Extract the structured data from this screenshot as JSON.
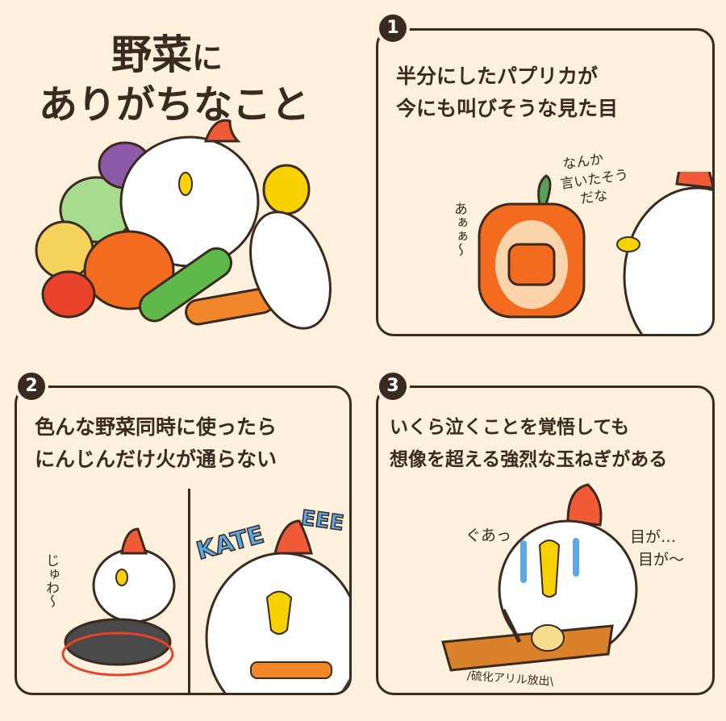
{
  "title": {
    "line1_a": "野菜",
    "line1_b": "に",
    "line2": "ありがちなこと"
  },
  "panels": [
    {
      "number": "1",
      "caption1": "半分にしたパプリカが",
      "caption2": "今にも叫びそうな見た目",
      "voice_pepper": "あぁぁ〜",
      "voice_chicken1": "なんか",
      "voice_chicken2": "言いたそう",
      "voice_chicken3": "だな"
    },
    {
      "number": "2",
      "caption1": "色んな野菜同時に使ったら",
      "caption2": "にんじんだけ火が通らない",
      "sfx_sizzle": "じゅわ〜",
      "sfx_kate": "KATE",
      "sfx_eee": "EEE"
    },
    {
      "number": "3",
      "caption1": "いくら泣くことを覚悟しても",
      "caption2": "想像を超える強烈な玉ねぎがある",
      "voice1": "ぐあっ",
      "voice2": "目が…",
      "voice3": "目が〜",
      "note": "/硫化アリル放出\\"
    }
  ],
  "colors": {
    "background": "#fdf0dc",
    "ink": "#3b2a1f",
    "comb": "#f05a36",
    "beak": "#f7d200",
    "pepper": "#f26b1f",
    "tears": "#5aa9e6"
  }
}
